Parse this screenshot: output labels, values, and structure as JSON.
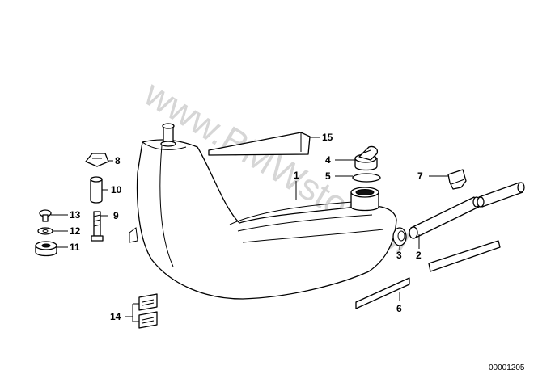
{
  "watermark": "www.BMWstore.pl",
  "reference_code": "00001205",
  "callouts": [
    {
      "number": "1"
    },
    {
      "number": "2"
    },
    {
      "number": "3"
    },
    {
      "number": "4"
    },
    {
      "number": "5"
    },
    {
      "number": "6"
    },
    {
      "number": "7"
    },
    {
      "number": "8"
    },
    {
      "number": "9"
    },
    {
      "number": "10"
    },
    {
      "number": "11"
    },
    {
      "number": "12"
    },
    {
      "number": "13"
    },
    {
      "number": "14"
    },
    {
      "number": "15"
    }
  ],
  "colors": {
    "line": "#000000",
    "background": "#ffffff",
    "watermark": "#d6d6d6"
  }
}
